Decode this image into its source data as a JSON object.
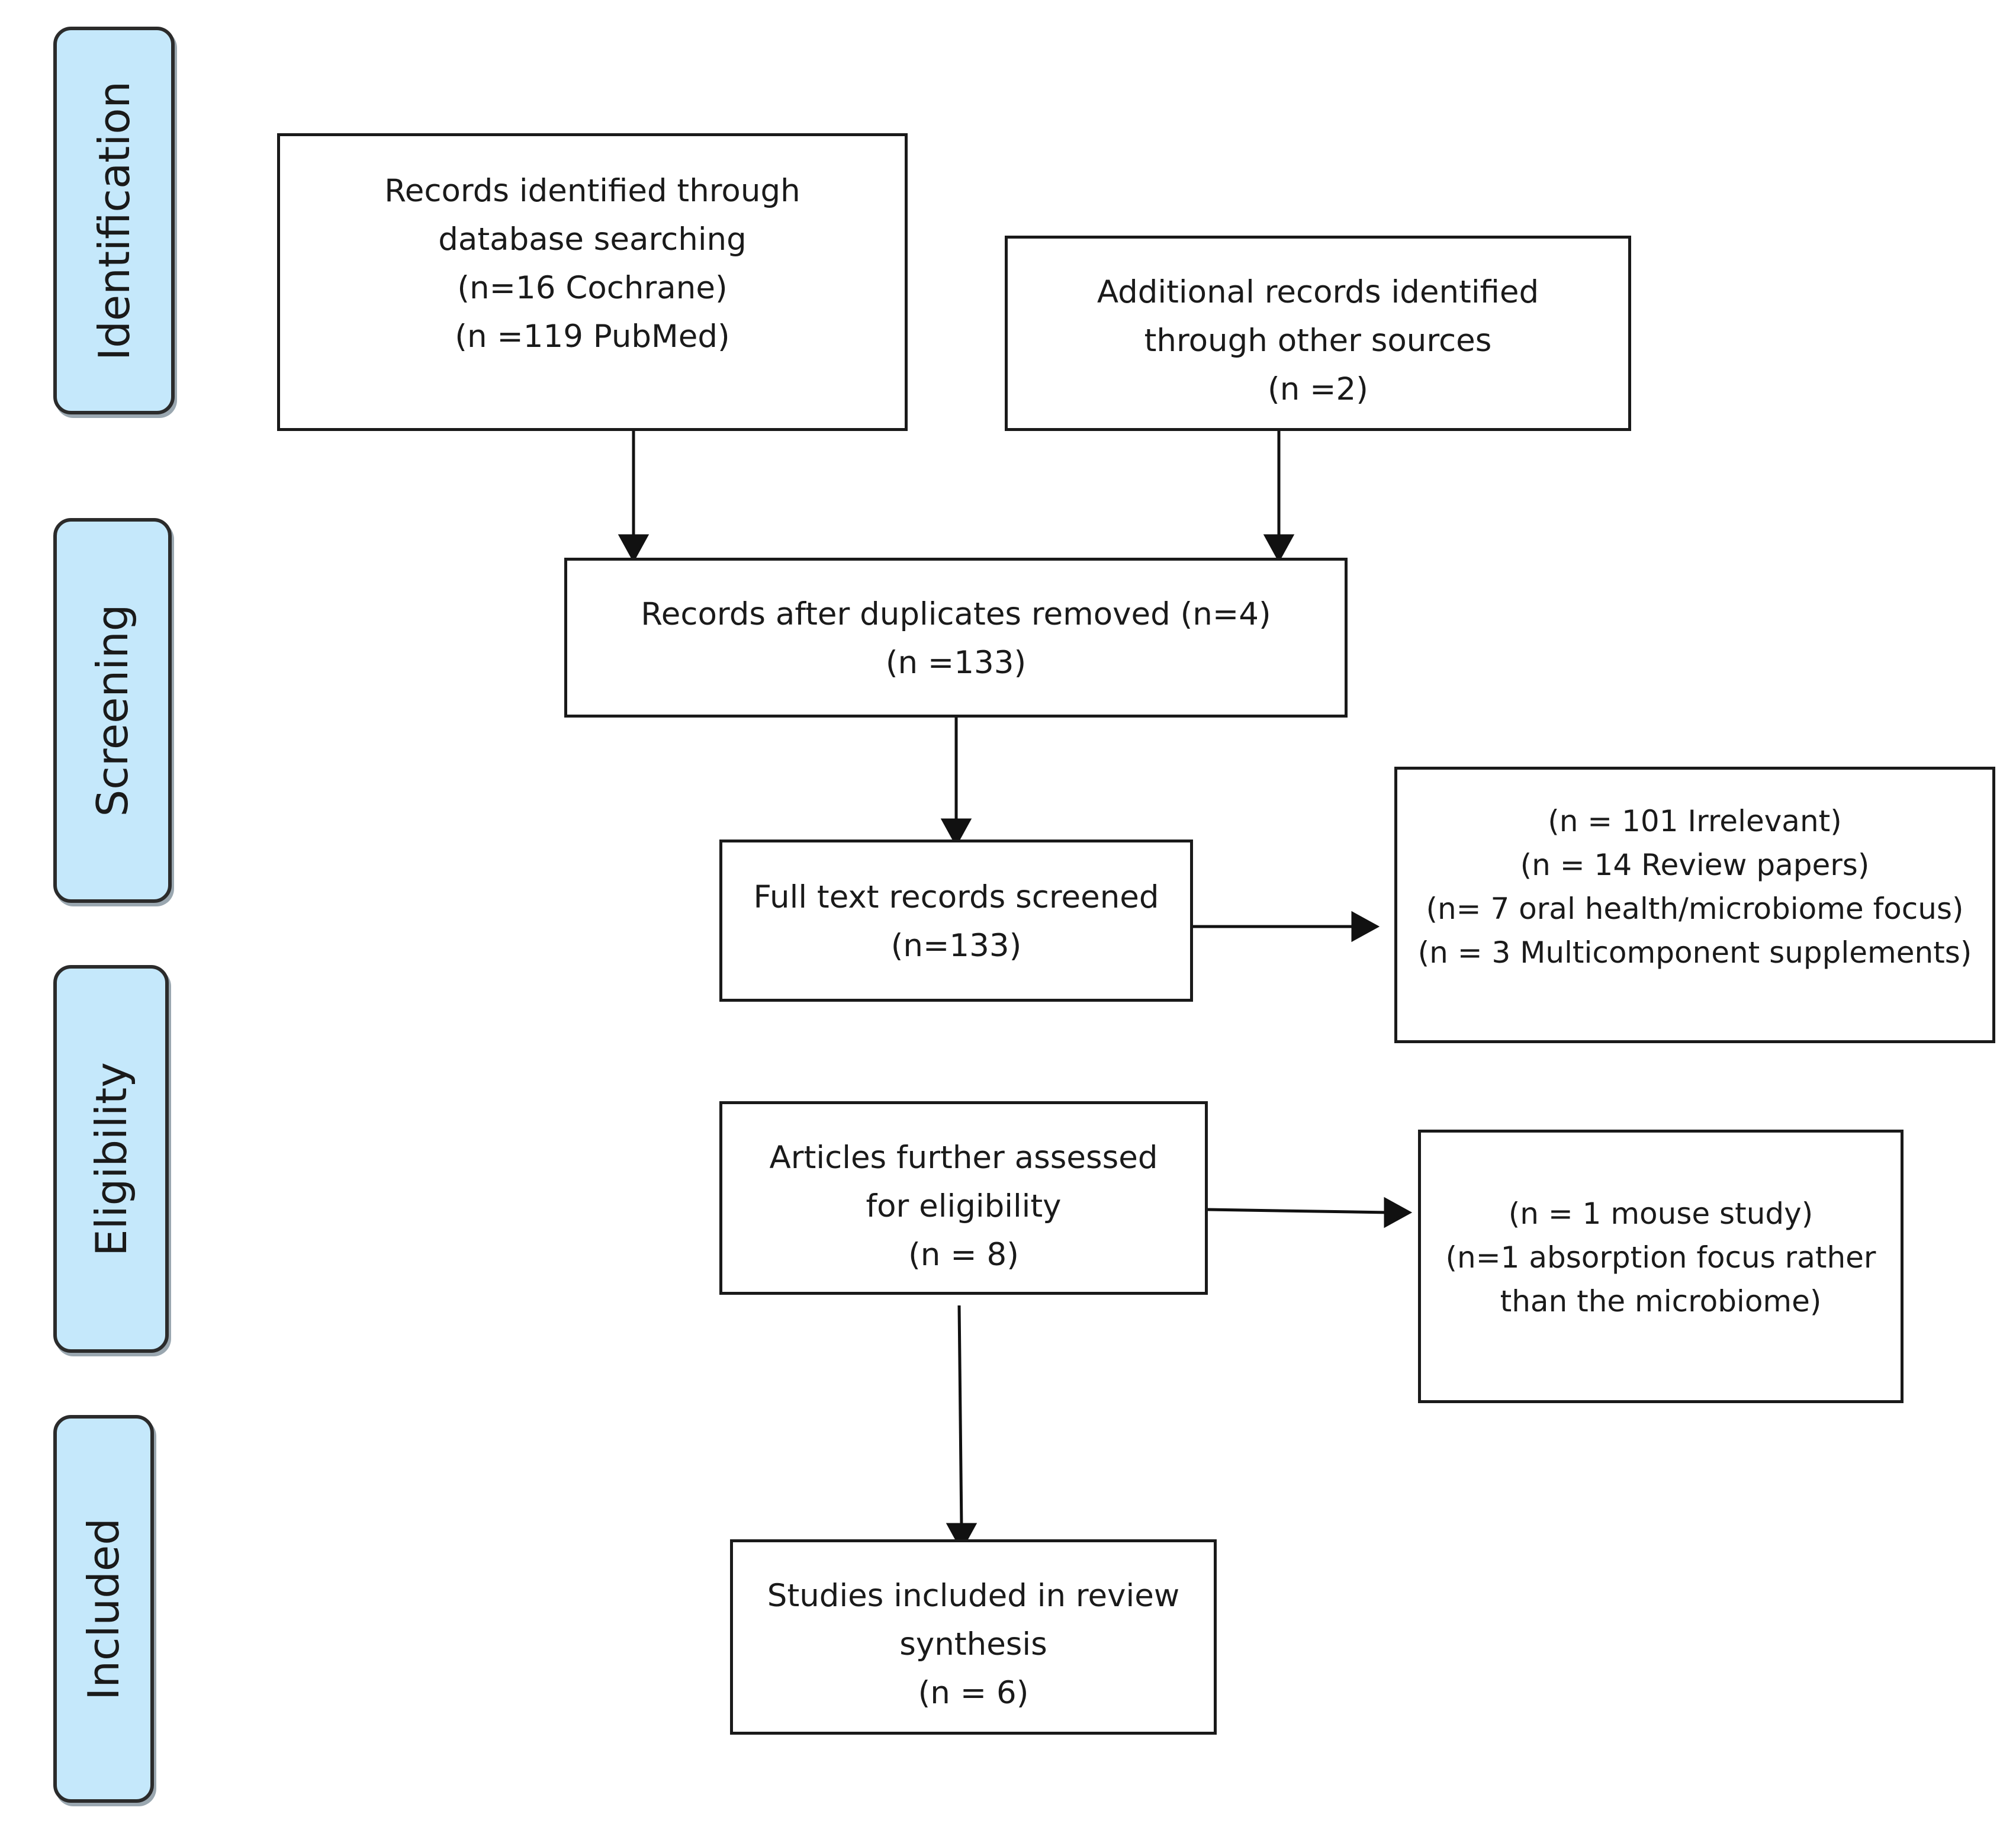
{
  "phases": {
    "identification": "Identification",
    "screening": "Screening",
    "eligibility": "Eligibility",
    "included": "Included"
  },
  "boxes": {
    "database_records": {
      "line1": "Records identified through",
      "line2": "database searching",
      "line3": "(n=16 Cochrane)",
      "line4": "(n =119 PubMed)"
    },
    "other_sources": {
      "line1": "Additional records identified",
      "line2": "through other sources",
      "line3": "(n =2)"
    },
    "duplicates_removed": {
      "line1": "Records after duplicates removed (n=4)",
      "line2": "(n =133)"
    },
    "full_text_screened": {
      "line1": "Full text records screened",
      "line2": "(n=133)"
    },
    "screening_excluded": {
      "line1": "(n = 101 Irrelevant)",
      "line2": "(n = 14 Review papers)",
      "line3": "(n= 7 oral health/microbiome focus)",
      "line4": "(n = 3 Multicomponent supplements)"
    },
    "eligibility_assessed": {
      "line1": "Articles further assessed",
      "line2": "for eligibility",
      "line3": "(n = 8)"
    },
    "eligibility_excluded": {
      "line1": "(n = 1 mouse study)",
      "line2": "(n=1 absorption focus rather",
      "line3": "than the microbiome)"
    },
    "included_studies": {
      "line1": "Studies included in review",
      "line2": "synthesis",
      "line3": "(n = 6)"
    }
  }
}
